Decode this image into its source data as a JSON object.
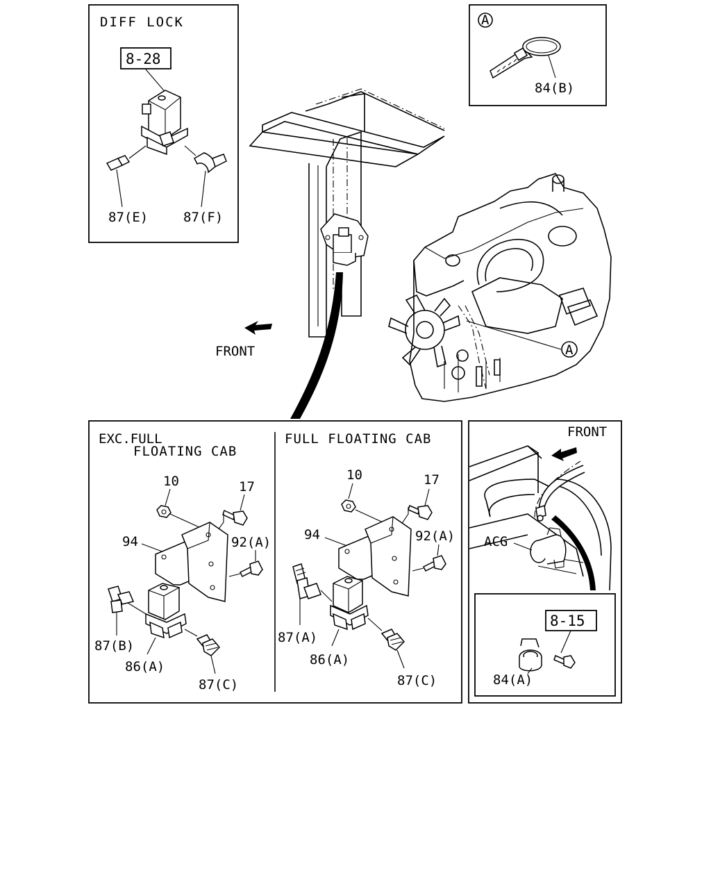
{
  "diff_lock_panel": {
    "title": "DIFF LOCK",
    "ref": "8-28",
    "labels": {
      "left_fitting": "87(E)",
      "right_fitting": "87(F)"
    }
  },
  "detail_a_panel": {
    "marker": "A",
    "label": "84(B)"
  },
  "main_view": {
    "front_label": "FRONT",
    "callout": "A"
  },
  "exc_panel": {
    "title_line1": "EXC.FULL",
    "title_line2": "FLOATING CAB",
    "labels": {
      "nut": "10",
      "bolt_top": "17",
      "bracket": "94",
      "bolt_side": "92(A)",
      "elbow": "87(B)",
      "valve": "86(A)",
      "connector": "87(C)"
    }
  },
  "full_panel": {
    "title": "FULL FLOATING CAB",
    "labels": {
      "nut": "10",
      "bolt_top": "17",
      "bracket": "94",
      "bolt_side": "92(A)",
      "tee": "87(A)",
      "valve": "86(A)",
      "connector": "87(C)"
    }
  },
  "acg_panel": {
    "front_label": "FRONT",
    "acg_label": "ACG",
    "ref": "8-15",
    "label": "84(A)"
  }
}
